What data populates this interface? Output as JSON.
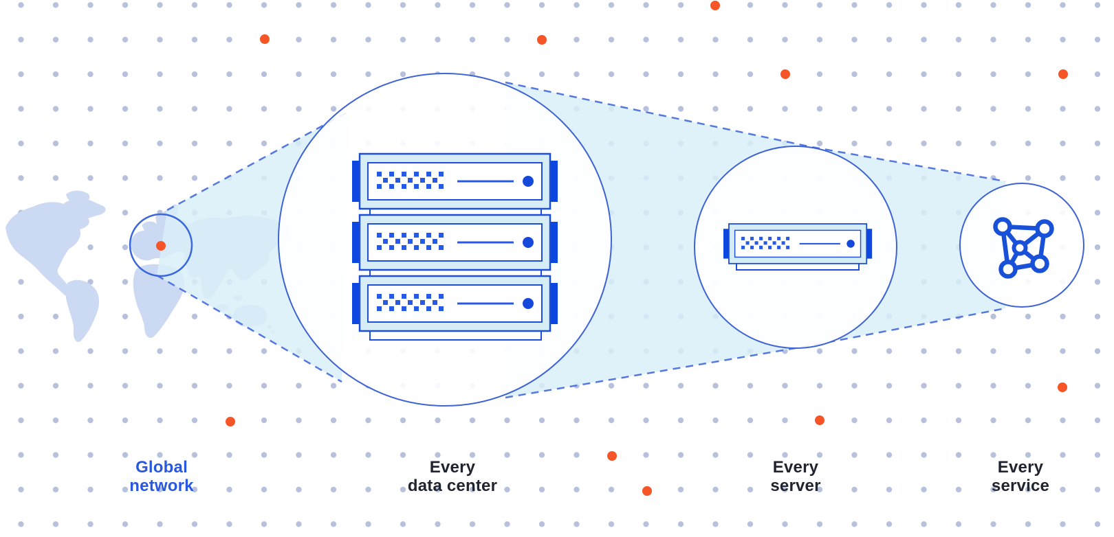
{
  "diagram": {
    "title": "network-zoom-diagram",
    "stages": [
      {
        "name": "global-network",
        "line1": "Global",
        "line2": "network",
        "icon": "world-map-with-magnifier-icon"
      },
      {
        "name": "every-data-center",
        "line1": "Every",
        "line2": "data center",
        "icon": "server-rack-icon"
      },
      {
        "name": "every-server",
        "line1": "Every",
        "line2": "server",
        "icon": "server-unit-icon"
      },
      {
        "name": "every-service",
        "line1": "Every",
        "line2": "service",
        "icon": "mesh-network-icon"
      }
    ],
    "colors": {
      "label_dark": "#20242f",
      "label_blue": "#2857e0",
      "circle_stroke": "#3e63d5",
      "dashed_line": "#5577e0",
      "beam_fill": "#d9eef8",
      "server_border": "#1c4eda",
      "server_tab": "#0c47df",
      "server_detail": "#2859e6",
      "server_body": "#d6edf6",
      "map_fill": "#ccd9f2",
      "grid_dot": "#b7c1dc",
      "highlight_dot": "#f55527"
    },
    "background": {
      "pattern": "dot-grid",
      "highlight_dot_count": 10
    }
  }
}
